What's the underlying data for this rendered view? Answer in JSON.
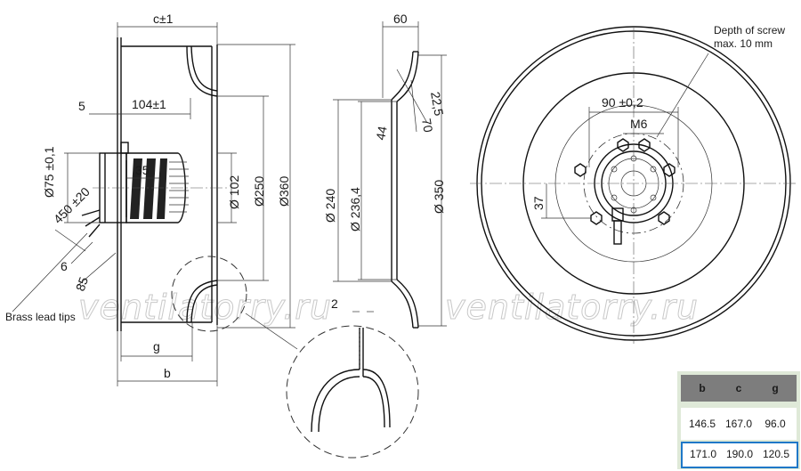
{
  "watermark": "ventilatorry.ru",
  "labels": {
    "c_tol": "c±1",
    "d104": "104±1",
    "d5": "5",
    "d35": "35",
    "d75": "Ø75 ±0,1",
    "d450": "450 ±20",
    "d6": "6",
    "d85": "85",
    "brass": "Brass lead tips",
    "d102": "Ø 102",
    "d250": "Ø250",
    "d360": "Ø360",
    "g": "g",
    "b": "b",
    "d60": "60",
    "d22_5": "22,5",
    "d70": "70",
    "d44": "44",
    "d240": "Ø 240",
    "d236_4": "Ø 236,4",
    "d350": "Ø 350",
    "d2": "2",
    "depth_line1": "Depth of screw",
    "depth_line2": "max. 10 mm",
    "d90": "90 ±0,2",
    "m6": "M6",
    "d37": "37"
  },
  "table": {
    "headers": [
      "b",
      "c",
      "g"
    ],
    "rows": [
      [
        "146.5",
        "167.0",
        "96.0"
      ],
      [
        "171.0",
        "190.0",
        "120.5"
      ]
    ],
    "highlight_color": "#1f78c8",
    "header_color": "#7d7d7d",
    "background_color": "#dfe9d8"
  }
}
